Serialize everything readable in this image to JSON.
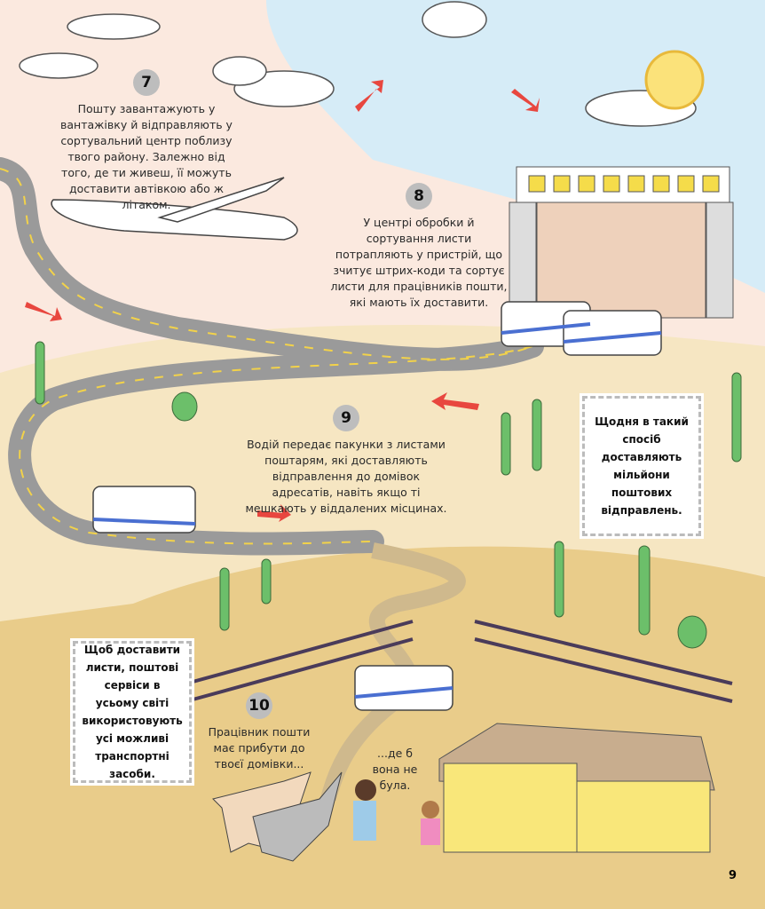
{
  "steps": [
    {
      "number": "7",
      "text": "Пошту завантажують у вантажівку й відправляють у сортувальний центр поблизу твого району. Залежно від того, де ти живеш, її можуть доставити автівкою або ж літаком."
    },
    {
      "number": "8",
      "text": "У центрі обробки й сортування листи потрапляють у пристрій, що зчитує штрих-коди та сортує листи для працівників пошти, які мають їх доставити."
    },
    {
      "number": "9",
      "text": "Водій передає пакунки з листами поштарям, які доставляють відправлення до домівок адресатів, навіть якщо ті мешкають у віддалених місцинах."
    },
    {
      "number": "10",
      "text": "Працівник пошти має прибути до твоєї домівки..."
    }
  ],
  "caption_end": "...де б вона не була.",
  "stamps": [
    {
      "text": "Щодня в такий спосіб доставляють мільйони поштових відправлень."
    },
    {
      "text": "Щоб доставити листи, поштові сервіси в усьому світі використовують усі можливі транспортні засоби."
    }
  ],
  "page_number": "9",
  "colors": {
    "sky": "#d6ecf7",
    "pink": "#fbe9df",
    "sand": "#f6e6c2",
    "hill": "#e9cc8a",
    "road": "#9a9a9a",
    "arrow": "#e8473f",
    "cactus": "#6cbf6a"
  }
}
